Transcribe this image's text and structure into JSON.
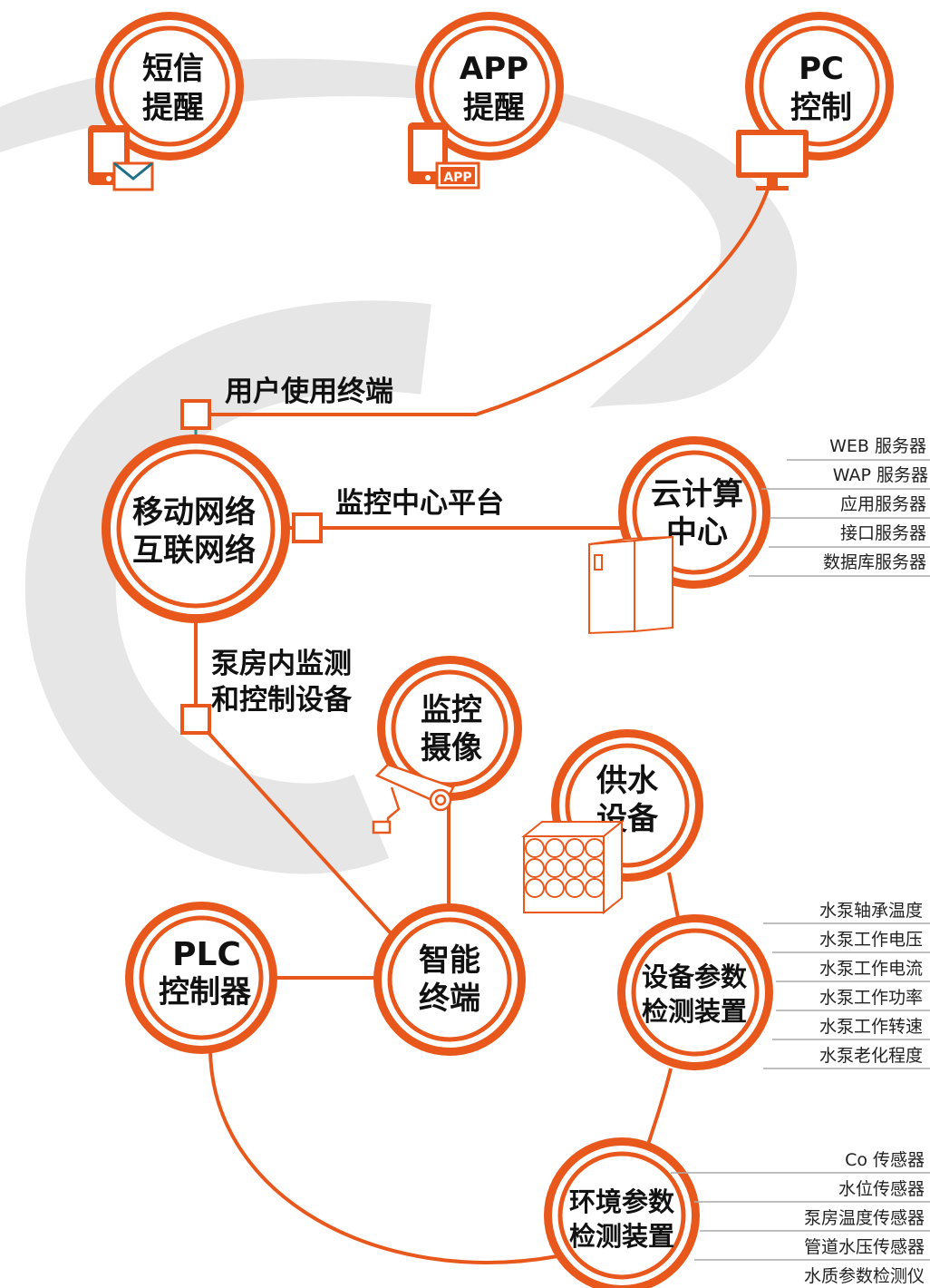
{
  "colors": {
    "accent": "#e8581c",
    "ring_outer": "#e8581c",
    "swoosh": "#e6e6e6",
    "text": "#111111",
    "list_line": "#aaaaaa"
  },
  "nodes": {
    "sms": {
      "line1": "短信",
      "line2": "提醒",
      "icon": "phone-envelope-icon"
    },
    "app": {
      "line1": "APP",
      "line2": "提醒",
      "icon": "phone-app-icon",
      "badge": "APP"
    },
    "pc": {
      "line1": "PC",
      "line2": "控制",
      "icon": "monitor-icon"
    },
    "mobile_net": {
      "line1": "移动网络",
      "line2": "互联网络"
    },
    "cloud": {
      "line1": "云计算",
      "line2": "中心",
      "icon": "server-cabinet-icon"
    },
    "camera": {
      "line1": "监控",
      "line2": "摄像",
      "icon": "security-camera-icon"
    },
    "water_supply": {
      "line1": "供水",
      "line2": "设备",
      "icon": "water-tank-icon"
    },
    "plc": {
      "line1": "PLC",
      "line2": "控制器"
    },
    "smart_terminal": {
      "line1": "智能",
      "line2": "终端"
    },
    "equip_detect": {
      "line1": "设备参数",
      "line2": "检测装置"
    },
    "env_detect": {
      "line1": "环境参数",
      "line2": "检测装置"
    }
  },
  "labels": {
    "user_terminal": "用户使用终端",
    "monitor_platform": "监控中心平台",
    "pump_room_line1": "泵房内监测",
    "pump_room_line2": "和控制设备"
  },
  "lists": {
    "cloud_servers": [
      "WEB 服务器",
      "WAP 服务器",
      "应用服务器",
      "接口服务器",
      "数据库服务器"
    ],
    "equip_params": [
      "水泵轴承温度",
      "水泵工作电压",
      "水泵工作电流",
      "水泵工作功率",
      "水泵工作转速",
      "水泵老化程度"
    ],
    "env_sensors": [
      "Co 传感器",
      "水位传感器",
      "泵房温度传感器",
      "管道水压传感器",
      "水质参数检测仪"
    ]
  }
}
